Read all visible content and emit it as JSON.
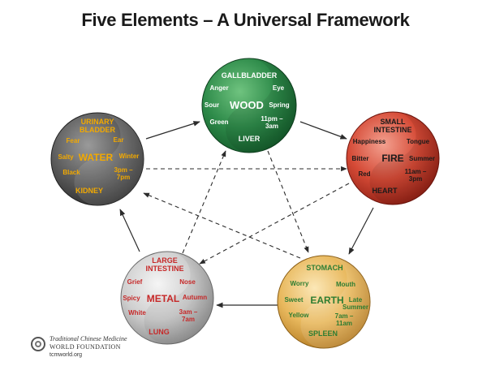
{
  "title": "Five Elements – A Universal Framework",
  "logo": {
    "line1": "Traditional Chinese Medicine",
    "line2": "WORLD FOUNDATION",
    "line3": "tcmworld.org"
  },
  "elements": {
    "wood": {
      "name": "WOOD",
      "top": "GALLBLADDER",
      "bottom": "LIVER",
      "emotion": "Anger",
      "sense": "Eye",
      "taste": "Sour",
      "season": "Spring",
      "color": "Green",
      "time": [
        "11pm –",
        "3am"
      ],
      "fill": "#2e8b4a",
      "text_color": "#ffffff"
    },
    "fire": {
      "name": "FIRE",
      "top": [
        "SMALL",
        "INTESTINE"
      ],
      "bottom": "HEART",
      "emotion": "Happiness",
      "sense": "Tongue",
      "taste": "Bitter",
      "season": "Summer",
      "color": "Red",
      "time": [
        "11am –",
        "3pm"
      ],
      "fill": "#c8392b",
      "text_color": "#1a1a1a"
    },
    "earth": {
      "name": "EARTH",
      "top": "STOMACH",
      "bottom": "SPLEEN",
      "emotion": "Worry",
      "sense": "Mouth",
      "taste": "Sweet",
      "season": [
        "Late",
        "Summer"
      ],
      "color": "Yellow",
      "time": [
        "7am –",
        "11am"
      ],
      "fill": "#e2b150",
      "text_color": "#2e7d32"
    },
    "metal": {
      "name": "METAL",
      "top": [
        "LARGE",
        "INTESTINE"
      ],
      "bottom": "LUNG",
      "emotion": "Grief",
      "sense": "Nose",
      "taste": "Spicy",
      "season": "Autumn",
      "color": "White",
      "time": [
        "3am –",
        "7am"
      ],
      "fill": "#c9c9c9",
      "text_color": "#c62828"
    },
    "water": {
      "name": "WATER",
      "top": [
        "URINARY",
        "BLADDER"
      ],
      "bottom": "KIDNEY",
      "emotion": "Fear",
      "sense": "Ear",
      "taste": "Salty",
      "season": "Winter",
      "color": "Black",
      "time": [
        "3pm –",
        "7pm"
      ],
      "fill": "#5a5a5a",
      "text_color": "#f2a900"
    }
  }
}
